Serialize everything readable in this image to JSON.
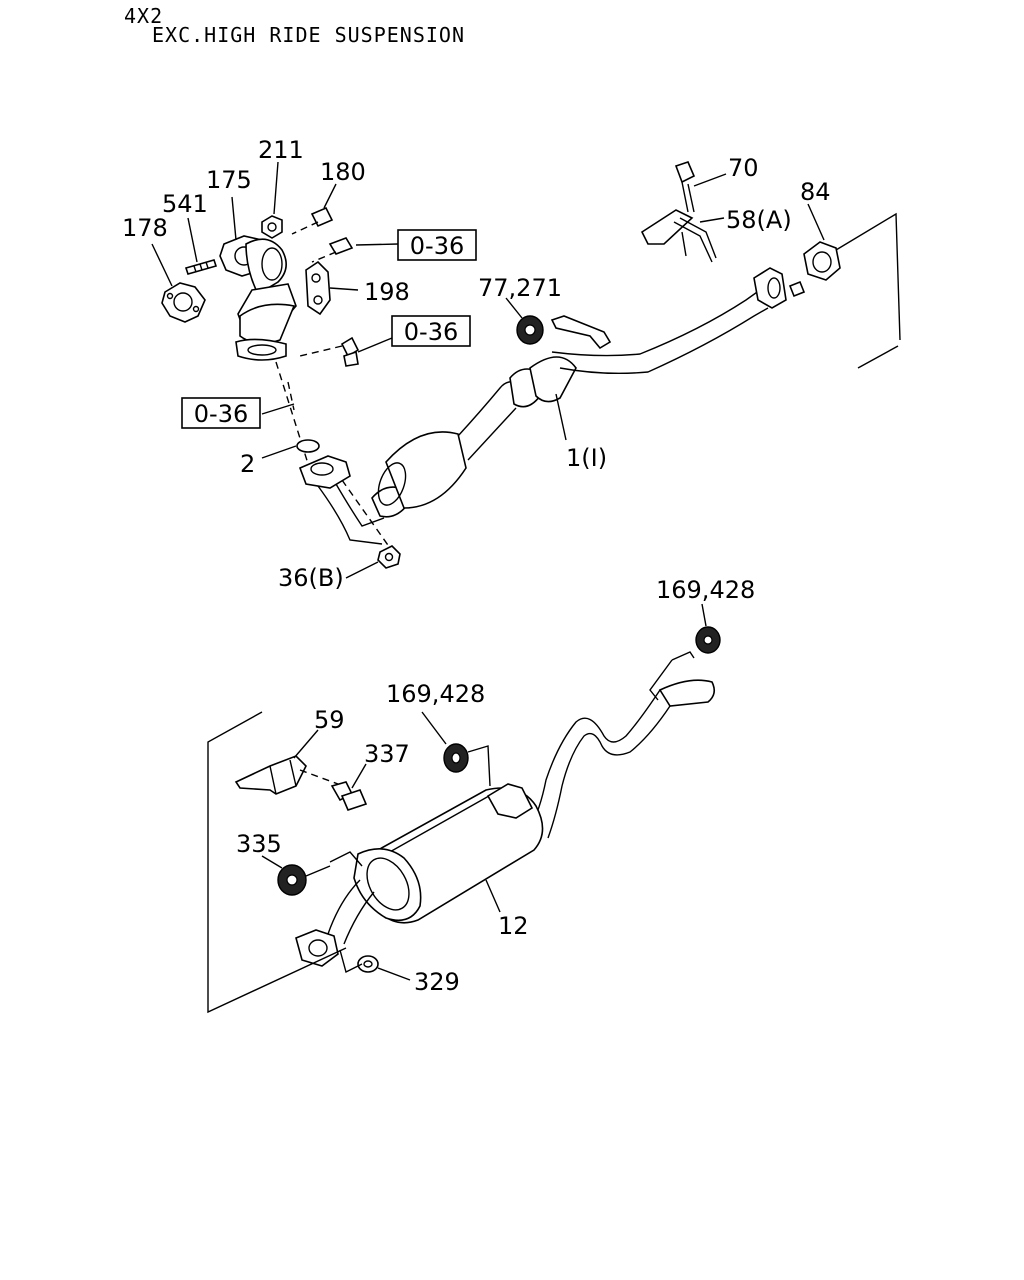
{
  "header": {
    "line1": "4X2",
    "line2": "EXC.HIGH RIDE SUSPENSION"
  },
  "callouts": {
    "c211": "211",
    "c180": "180",
    "c175": "175",
    "c541": "541",
    "c178": "178",
    "c198": "198",
    "c70": "70",
    "c58a": "58(A)",
    "c84": "84",
    "c77_271": "77,271",
    "c1": "1(I)",
    "c2": "2",
    "c36b": "36(B)",
    "c169_428_top": "169,428",
    "c169_428_mid": "169,428",
    "c59": "59",
    "c337": "337",
    "c335": "335",
    "c12": "12",
    "c329": "329"
  },
  "reference_boxes": {
    "ref1": "0-36",
    "ref2": "0-36",
    "ref3": "0-36"
  }
}
